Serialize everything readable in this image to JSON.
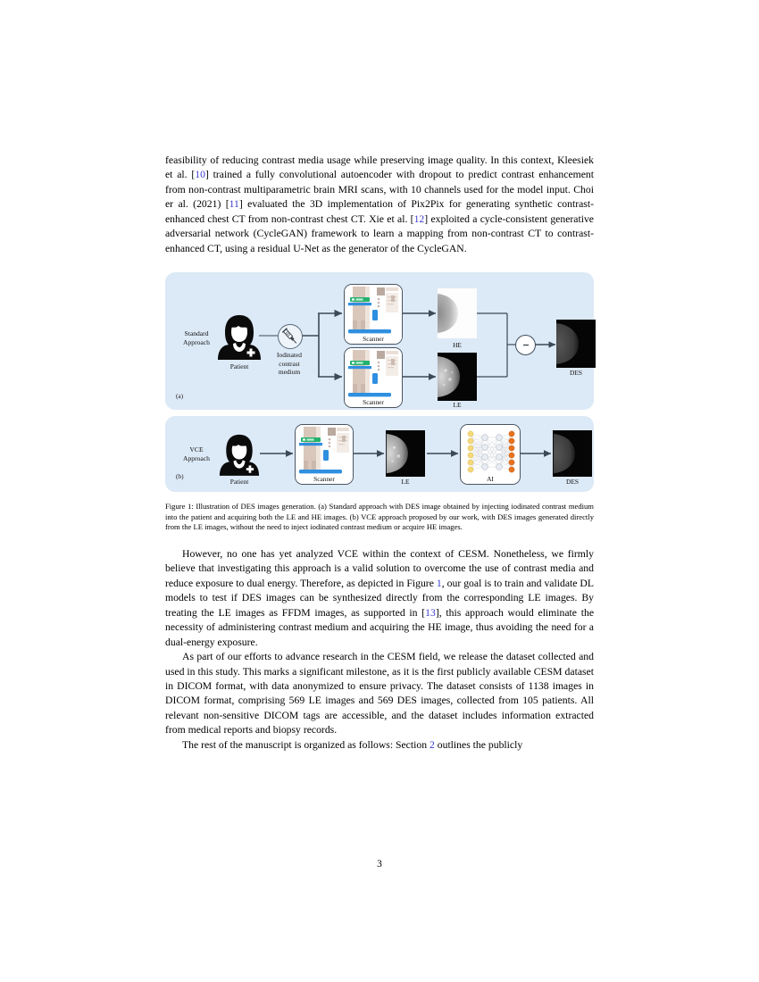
{
  "document": {
    "page_number": "3",
    "link_color": "#3a3ad0",
    "panel_background": "#dce9f6"
  },
  "paragraphs": {
    "intro": {
      "seg1": "feasibility of reducing contrast media usage while preserving image quality. In this context, Kleesiek et al. [",
      "ref1": "10",
      "seg2": "] trained a fully convolutional autoencoder with dropout to predict contrast enhancement from non-contrast multiparametric brain MRI scans, with 10 channels used for the model input. Choi er al. (2021) [",
      "ref2": "11",
      "seg3": "] evaluated the 3D implementation of Pix2Pix for generating synthetic contrast-enhanced chest CT from non-contrast chest CT. Xie et al. [",
      "ref3": "12",
      "seg4": "] exploited a cycle-consistent generative adversarial network (CycleGAN) framework to learn a mapping from non-contrast CT to contrast-enhanced CT, using a residual U-Net as the generator of the CycleGAN."
    },
    "after_fig_1": {
      "seg1": "However, no one has yet analyzed VCE within the context of CESM. Nonetheless, we firmly believe that investigating this approach is a valid solution to overcome the use of contrast media and reduce exposure to dual energy. Therefore, as depicted in Figure ",
      "ref1": "1",
      "seg2": ", our goal is to train and validate DL models to test if DES images can be synthesized directly from the corresponding LE images. By treating the LE images as FFDM images, as supported in [",
      "ref2": "13",
      "seg3": "], this approach would eliminate the necessity of administering contrast medium and acquiring the HE image, thus avoiding the need for a dual-energy exposure."
    },
    "after_fig_2": {
      "seg1": "As part of our efforts to advance research in the CESM field, we release the dataset collected and used in this study. This marks a significant milestone, as it is the first publicly available CESM dataset in DICOM format, with data anonymized to ensure privacy. The dataset consists of 1138 images in DICOM format, comprising 569 LE images and 569 DES images, collected from 105 patients. All relevant non-sensitive DICOM tags are accessible, and the dataset includes information extracted from medical reports and biopsy records."
    },
    "after_fig_3": {
      "seg1": "The rest of the manuscript is organized as follows: Section ",
      "ref1": "2",
      "seg2": " outlines the publicly"
    }
  },
  "figure": {
    "panel_a": {
      "tag": "(a)",
      "side_label": "Standard\nApproach",
      "patient_label": "Patient",
      "syringe_label": "Iodinated\ncontrast\nmedium",
      "scanner_top_label": "Scanner",
      "scanner_bottom_label": "Scanner",
      "he_label": "HE",
      "le_label": "LE",
      "des_label": "DES",
      "operator": "−"
    },
    "panel_b": {
      "tag": "(b)",
      "side_label": "VCE\nApproach",
      "patient_label": "Patient",
      "scanner_label": "Scanner",
      "le_label": "LE",
      "ai_label": "AI",
      "des_label": "DES"
    },
    "caption": "Figure 1: Illustration of DES images generation. (a) Standard approach with DES image obtained by injecting iodinated contrast medium into the patient and acquiring both the LE and HE images. (b) VCE approach proposed by our work, with DES images generated directly from the LE images, without the need to inject iodinated contrast medium or acquire HE images."
  }
}
